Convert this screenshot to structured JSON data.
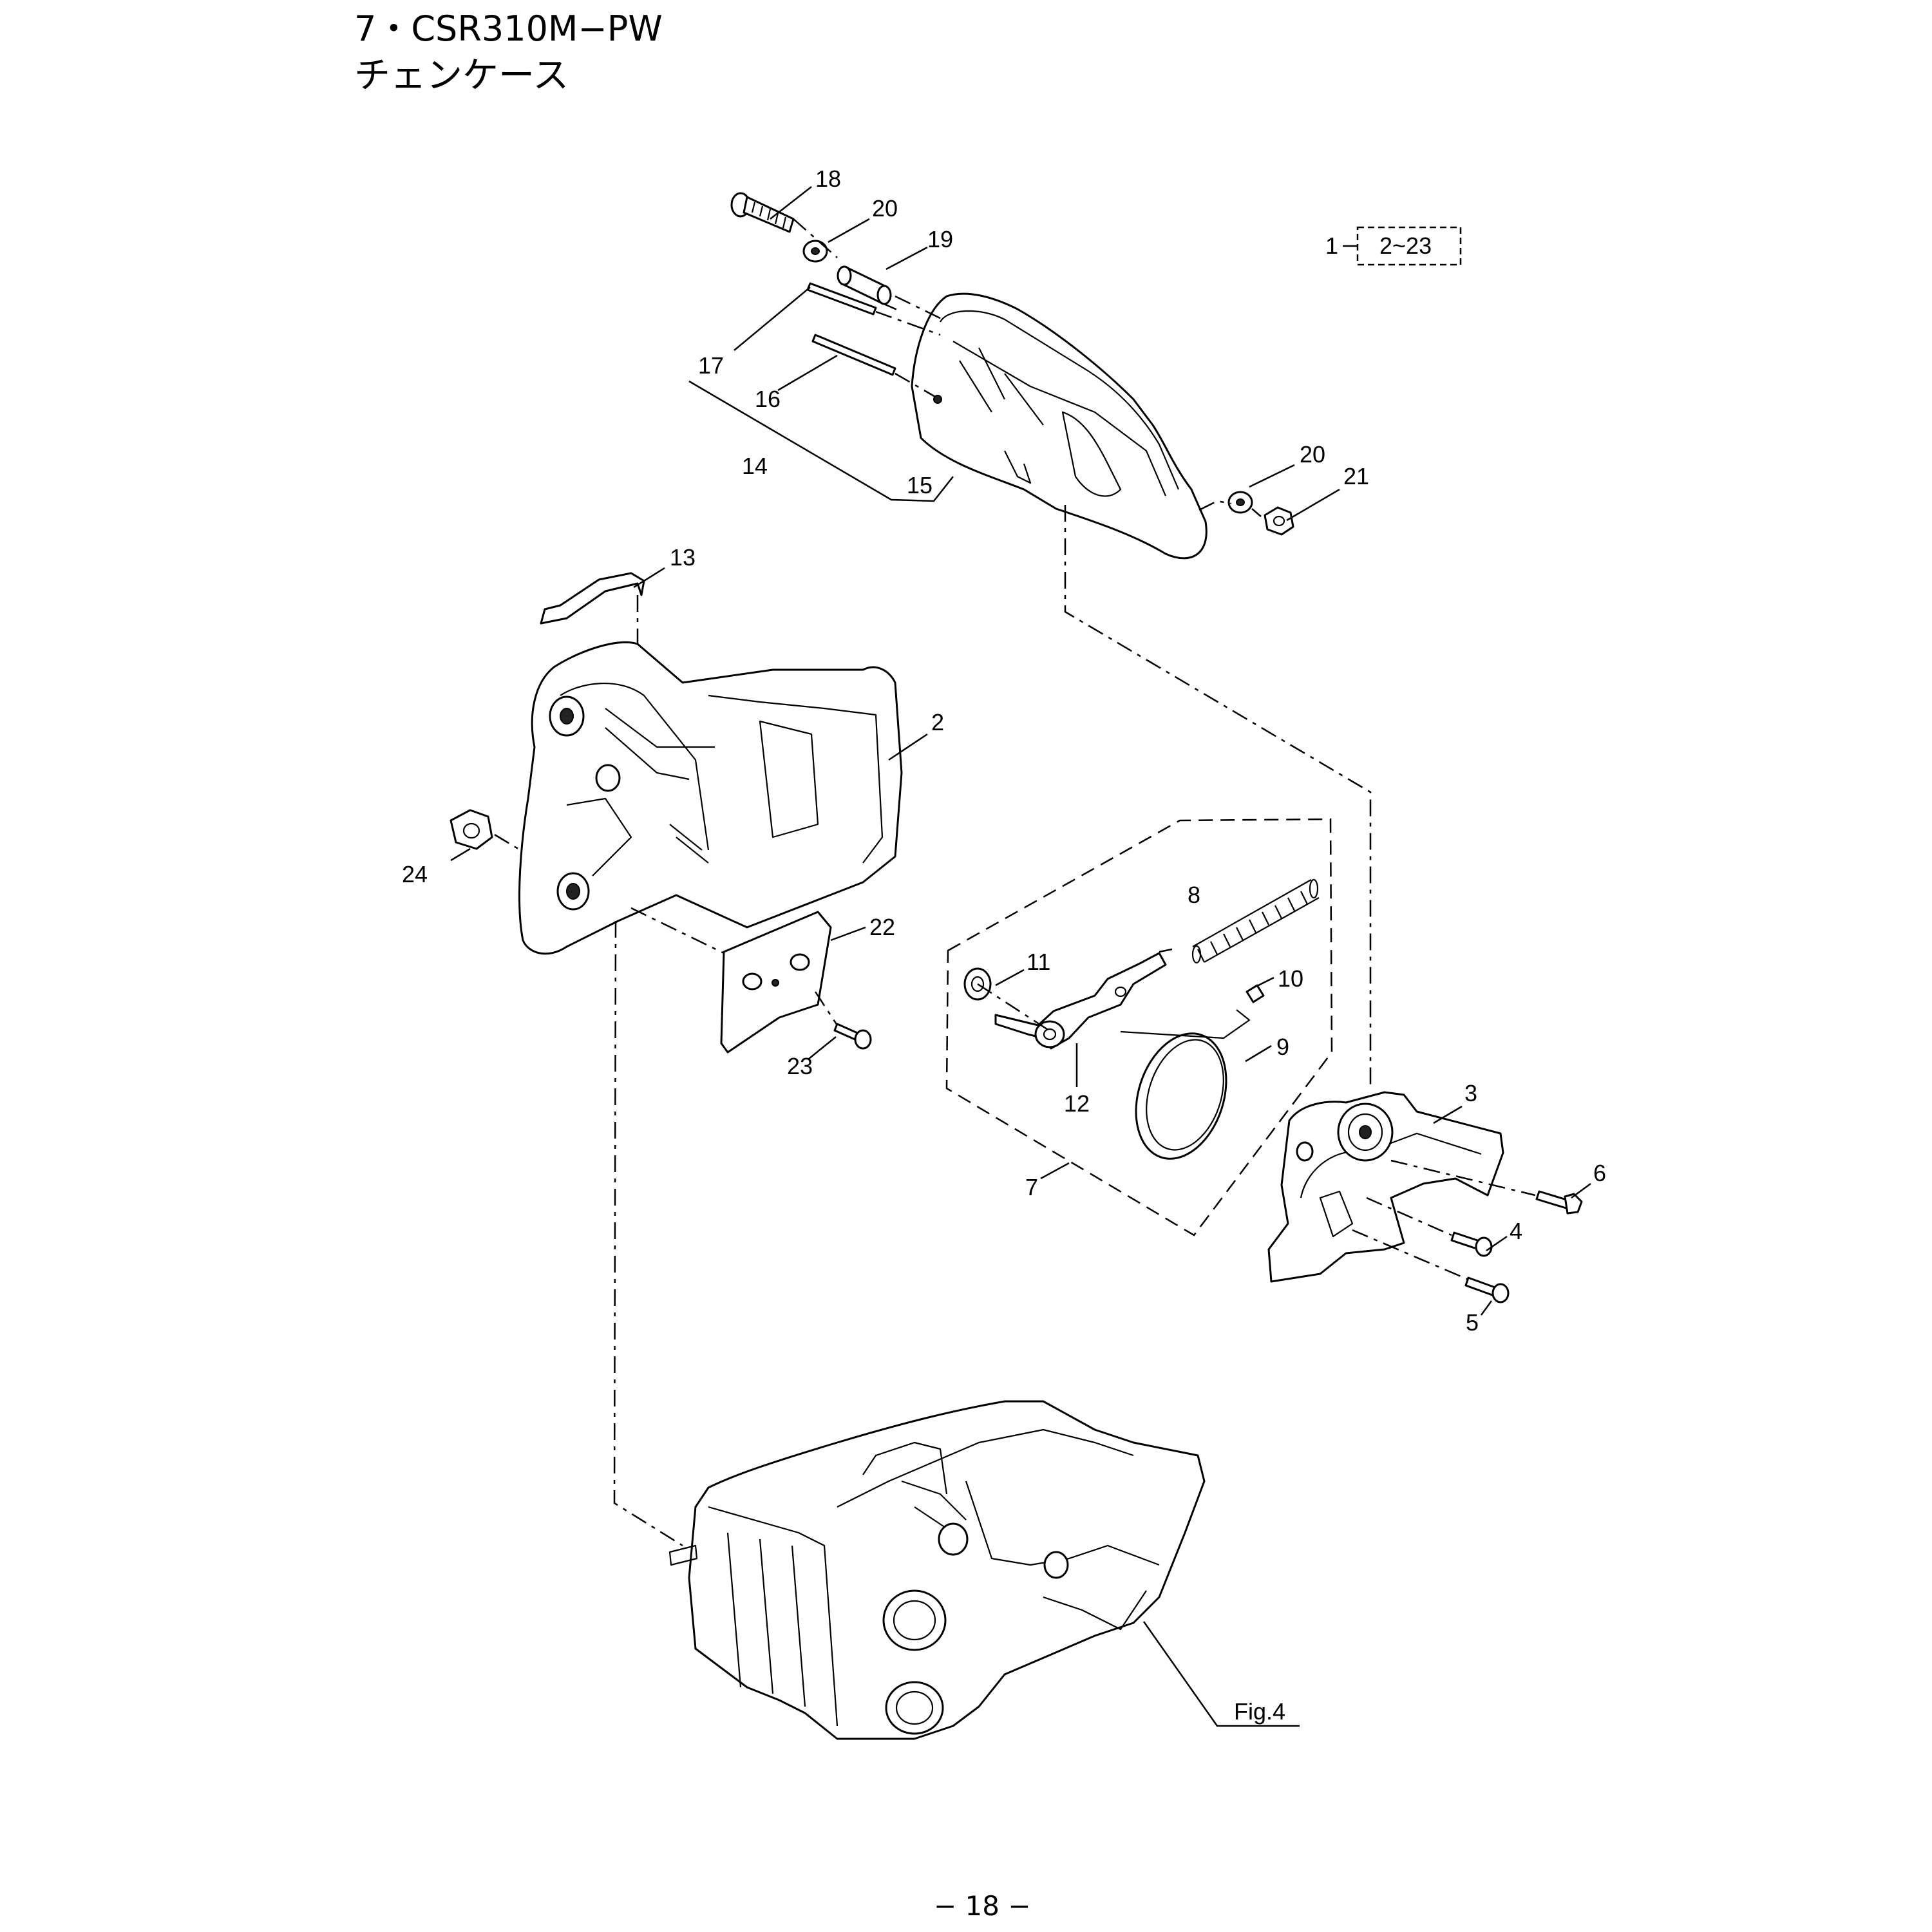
{
  "header": {
    "title": "7・CSR310M−PW",
    "subtitle": "チェンケース"
  },
  "footer": {
    "page_number": "− 18 −"
  },
  "assembly_note": {
    "label": "1",
    "range": "2~23"
  },
  "callouts": {
    "p2": "2",
    "p3": "3",
    "p4": "4",
    "p5": "5",
    "p6": "6",
    "p7": "7",
    "p8": "8",
    "p9": "9",
    "p10": "10",
    "p11": "11",
    "p12": "12",
    "p13": "13",
    "p14": "14",
    "p15": "15",
    "p16": "16",
    "p17": "17",
    "p18": "18",
    "p19": "19",
    "p20a": "20",
    "p20b": "20",
    "p21": "21",
    "p22": "22",
    "p23": "23",
    "p24": "24"
  },
  "figure_reference": "Fig.4"
}
